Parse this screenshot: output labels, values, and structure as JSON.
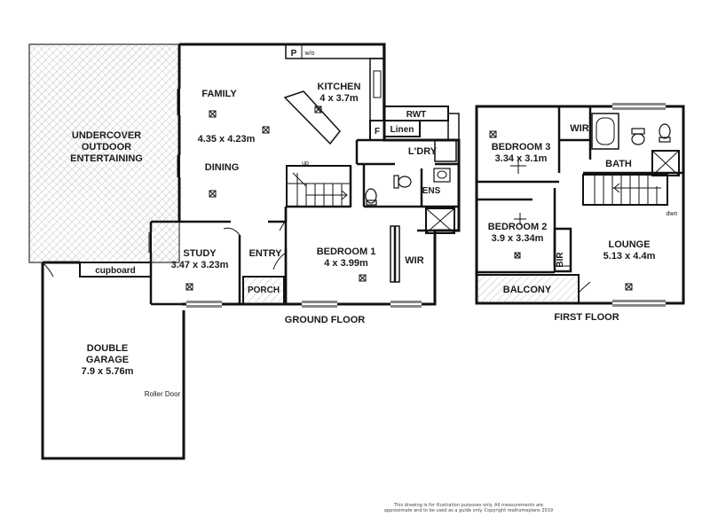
{
  "ground_floor": {
    "title": "GROUND FLOOR",
    "rooms": {
      "outdoor": [
        "UNDERCOVER",
        "OUTDOOR",
        "ENTERTAINING"
      ],
      "family": "FAMILY",
      "family_dim": "4.35 x 4.23m",
      "dining": "DINING",
      "kitchen": "KITCHEN",
      "kitchen_dim": "4 x 3.7m",
      "pantry": "P",
      "wo": "w/o",
      "fridge": "F",
      "rwt": "RWT",
      "linen": "Linen",
      "laundry": "L'DRY",
      "ens": "ENS",
      "wir": "WIR",
      "bedroom1": "BEDROOM 1",
      "bedroom1_dim": "4 x 3.99m",
      "study": "STUDY",
      "study_dim": "3.47 x 3.23m",
      "entry": "ENTRY",
      "porch": "PORCH",
      "cupboard": "cupboard",
      "garage": [
        "DOUBLE",
        "GARAGE"
      ],
      "garage_dim": "7.9 x 5.76m",
      "roller_door": "Roller Door",
      "up": "up"
    }
  },
  "first_floor": {
    "title": "FIRST FLOOR",
    "rooms": {
      "bedroom3": "BEDROOM 3",
      "bedroom3_dim": "3.34 x 3.1m",
      "wir": "WIR",
      "bath": "BATH",
      "bedroom2": "BEDROOM 2",
      "bedroom2_dim": "3.9 x 3.34m",
      "bir": "BIR",
      "lounge": "LOUNGE",
      "lounge_dim": "5.13 x 4.4m",
      "balcony": "BALCONY",
      "dwn": "dwn"
    }
  },
  "disclaimer": "This drawing is for illustration purposes only. All measurements are approximate and to be used as a guide only. Copyright realhomeplans 2019"
}
